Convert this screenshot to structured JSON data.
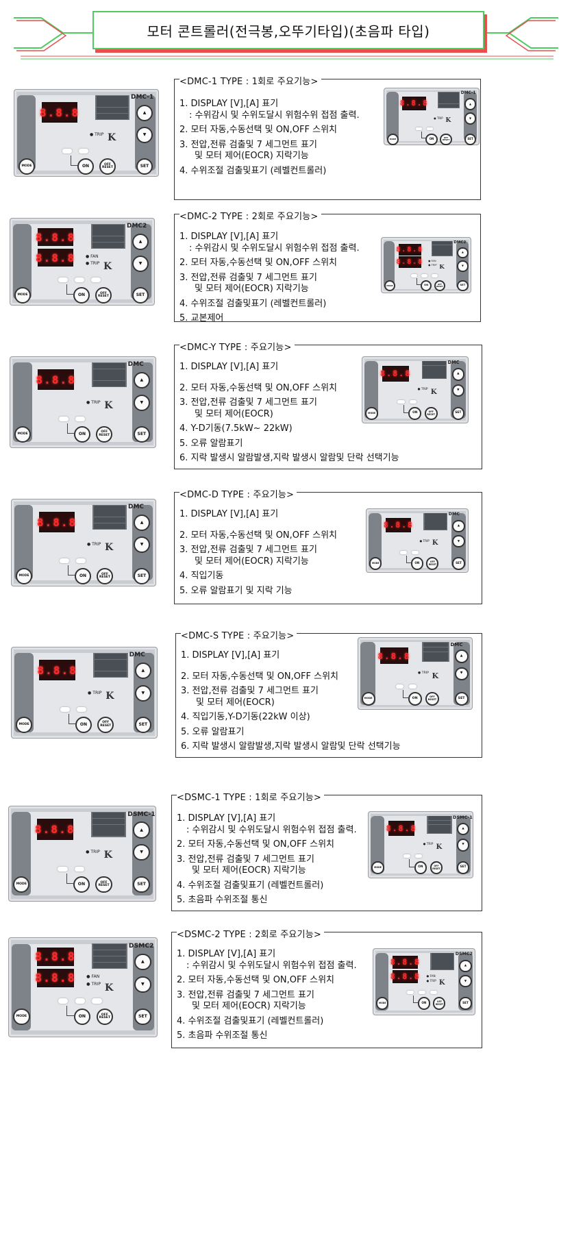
{
  "title": "모터 콘트롤러(전극봉,오뚜기타입)(초음파 타입)",
  "sections": [
    {
      "id": "dmc1",
      "title": "<DMC-1 TYPE : 1회로 주요기능>",
      "model": "DMC-1",
      "features": [
        {
          "line": "1.  DISPLAY [V],[A] 표기",
          "sub": ": 수위감시 및 수위도달시 위험수위 접점 출력."
        },
        {
          "line": "2. 모터 자동,수동선택 및 ON,OFF 스위치"
        },
        {
          "line": "3. 전압,전류 검출및 7 세그먼트 표기",
          "sub2": "및 모터 제어(EOCR) 지락기능"
        },
        {
          "line": "4. 수위조절 검출및표기 (레벨컨트롤러)"
        }
      ]
    },
    {
      "id": "dmc2",
      "title": "<DMC-2 TYPE : 2회로 주요기능>",
      "model": "DMC2",
      "features": [
        {
          "line": "1.  DISPLAY [V],[A] 표기",
          "sub": ": 수위감시 및 수위도달시 위험수위 접점 출력."
        },
        {
          "line": "2. 모터 자동,수동선택 및 ON,OFF 스위치"
        },
        {
          "line": "3. 전압,전류 검출및 7 세그먼트 표기",
          "sub2": "및 모터 제어(EOCR) 지락기능"
        },
        {
          "line": "4. 수위조절 검출및표기 (레벨컨트롤러)"
        },
        {
          "line": "5. 교본제어"
        }
      ]
    },
    {
      "id": "dmcy",
      "title": "<DMC-Y TYPE : 주요기능>",
      "model": "DMC",
      "features": [
        {
          "line": "1.  DISPLAY [V],[A] 표기",
          "gap": true
        },
        {
          "line": "2. 모터 자동,수동선택 및  ON,OFF 스위치"
        },
        {
          "line": "3. 전압,전류 검출및 7 세그먼트 표기",
          "sub2": "및 모터 제어(EOCR)"
        },
        {
          "line": "4. Y-D기동(7.5kW~ 22kW)"
        },
        {
          "line": "5. 오류 알람표기"
        },
        {
          "line": "6. 지락 발생시 알람발생,지락 발생시 알람및 단락 선택기능"
        }
      ]
    },
    {
      "id": "dmcd",
      "title": "<DMC-D TYPE : 주요기능>",
      "model": "DMC",
      "features": [
        {
          "line": "1.  DISPLAY [V],[A] 표기",
          "gap": true
        },
        {
          "line": "2. 모터 자동,수동선택 및  ON,OFF 스위치"
        },
        {
          "line": "3. 전압,전류 검출및 7 세그먼트 표기",
          "sub2": "및 모터 제어(EOCR) 지락기능"
        },
        {
          "line": "4. 직입기동"
        },
        {
          "line": "5.  오류 알람표기 및 지락 기능"
        }
      ]
    },
    {
      "id": "dmcs",
      "title": "<DMC-S TYPE : 주요기능>",
      "model": "DMC",
      "features": [
        {
          "line": "1.  DISPLAY [V],[A] 표기",
          "gap": true
        },
        {
          "line": "2. 모터 자동,수동선택 및  ON,OFF 스위치"
        },
        {
          "line": "3. 전압,전류 검출및 7 세그먼트 표기",
          "sub2": "및 모터 제어(EOCR)"
        },
        {
          "line": "4. 직입기동,Y-D기동(22kW 이상)"
        },
        {
          "line": "5. 오류 알람표기"
        },
        {
          "line": "6. 지락 발생시 알람발생,지락 발생시 알람및 단락 선택기능"
        }
      ]
    },
    {
      "id": "dsmc1",
      "title": "<DSMC-1 TYPE : 1회로 주요기능>",
      "model": "DSMC-1",
      "features": [
        {
          "line": "1.  DISPLAY [V],[A] 표기",
          "sub": ": 수위감시 및 수위도달시 위험수위 접점 출력."
        },
        {
          "line": "2. 모터 자동,수동선택 및 ON,OFF 스위치"
        },
        {
          "line": "3. 전압,전류 검출및 7 세그먼트 표기",
          "sub2": "및 모터 제어(EOCR) 지락기능"
        },
        {
          "line": "4. 수위조절 검출및표기 (레벨컨트롤러)"
        },
        {
          "line": "5. 초음파 수위조절 통신"
        }
      ]
    },
    {
      "id": "dsmc2",
      "title": "<DSMC-2 TYPE : 2회로 주요기능>",
      "model": "DSMC2",
      "features": [
        {
          "line": "1.  DISPLAY [V],[A] 표기",
          "sub": ": 수위감시 및 수위도달시 위험수위 접점 출력."
        },
        {
          "line": "2. 모터 자동,수동선택 및 ON,OFF 스위치"
        },
        {
          "line": "3. 전압,전류 검출및 7 세그먼트 표기",
          "sub2": "및 모터 제어(EOCR) 지락기능"
        },
        {
          "line": "4. 수위조절 검출및표기 (레벨컨트롤러)"
        },
        {
          "line": "5. 초음파 수위조절 통신"
        }
      ]
    }
  ],
  "device": {
    "segment_text": "8.8.8",
    "btn_mode": "MODE",
    "btn_on": "ON",
    "btn_off_reset": "OFF RESET",
    "btn_set": "SET",
    "trip_label": "TRIP",
    "fan_label": "FAN",
    "kc_mark": "K",
    "colors": {
      "led": "#ff2a2a",
      "panel": "#e4e6e9",
      "strip": "#7e8389"
    }
  }
}
